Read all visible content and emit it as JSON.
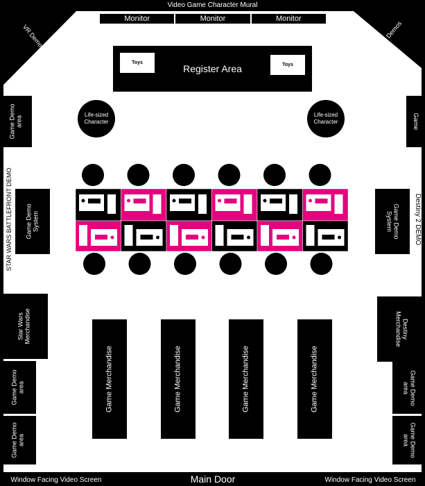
{
  "top_label": "Video Game Character Mural",
  "monitors": [
    "Monitor",
    "Monitor",
    "Monitor"
  ],
  "vr_demo": "VR Demos",
  "register": {
    "label": "Register Area",
    "toys": "Toys"
  },
  "life_sized": "Life-sized Character",
  "left_wall": [
    "Game Demo area",
    "STAR WARS BATTLEFRONT DEMO",
    "Game Demo System",
    "Star Wars Merchandise",
    "Game Demo area",
    "Game Demo area"
  ],
  "right_wall": [
    "Game",
    "Destiny 2 DEMO",
    "Game Demo System",
    "Destiny Merchandise",
    "Game Demo area",
    "Game Demo area"
  ],
  "merch_aisle": "Game Merchandise",
  "bottom": {
    "left": "Window Facing Video Screen",
    "center": "Main Door",
    "right": "Window Facing Video Screen"
  },
  "colors": {
    "accent": "#e6007e",
    "wall": "#000000",
    "floor": "#ffffff"
  },
  "station_colors": {
    "top": [
      "black",
      "pink",
      "black",
      "pink",
      "black",
      "pink"
    ],
    "bottom": [
      "pink",
      "black",
      "pink",
      "black",
      "pink",
      "black"
    ]
  }
}
